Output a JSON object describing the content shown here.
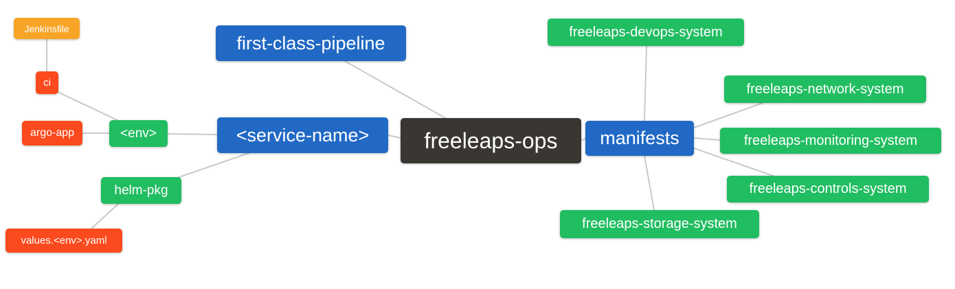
{
  "diagram": {
    "type": "mind-map",
    "root_label": "freeleaps-ops",
    "colors": {
      "orange": "#f8a527",
      "red": "#fb4a1d",
      "green": "#21bd61",
      "blue": "#2169c4",
      "dark": "#3a3733",
      "connector": "#c9c9c9",
      "text": "#ffffff",
      "background": "#ffffff"
    }
  },
  "nodes": {
    "jenkinsfile": {
      "label": "Jenkinsfile",
      "color": "#f8a527"
    },
    "ci": {
      "label": "ci",
      "color": "#fb4a1d"
    },
    "argo_app": {
      "label": "argo-app",
      "color": "#fb4a1d"
    },
    "env": {
      "label": "<env>",
      "color": "#21bd61"
    },
    "helm_pkg": {
      "label": "helm-pkg",
      "color": "#21bd61"
    },
    "values_env_yaml": {
      "label": "values.<env>.yaml",
      "color": "#fb4a1d"
    },
    "first_class_pipeline": {
      "label": "first-class-pipeline",
      "color": "#2169c4"
    },
    "service_name": {
      "label": "<service-name>",
      "color": "#2169c4"
    },
    "freeleaps_ops": {
      "label": "freeleaps-ops",
      "color": "#3a3733"
    },
    "manifests": {
      "label": "manifests",
      "color": "#2169c4"
    },
    "devops_system": {
      "label": "freeleaps-devops-system",
      "color": "#21bd61"
    },
    "network_system": {
      "label": "freeleaps-network-system",
      "color": "#21bd61"
    },
    "monitoring_system": {
      "label": "freeleaps-monitoring-system",
      "color": "#21bd61"
    },
    "controls_system": {
      "label": "freeleaps-controls-system",
      "color": "#21bd61"
    },
    "storage_system": {
      "label": "freeleaps-storage-system",
      "color": "#21bd61"
    }
  },
  "edges": [
    [
      "jenkinsfile",
      "ci"
    ],
    [
      "ci",
      "env"
    ],
    [
      "argo_app",
      "env"
    ],
    [
      "env",
      "service_name"
    ],
    [
      "helm_pkg",
      "service_name"
    ],
    [
      "values_env_yaml",
      "helm_pkg"
    ],
    [
      "first_class_pipeline",
      "freeleaps_ops"
    ],
    [
      "service_name",
      "freeleaps_ops"
    ],
    [
      "freeleaps_ops",
      "manifests"
    ],
    [
      "manifests",
      "devops_system"
    ],
    [
      "manifests",
      "network_system"
    ],
    [
      "manifests",
      "monitoring_system"
    ],
    [
      "manifests",
      "controls_system"
    ],
    [
      "manifests",
      "storage_system"
    ]
  ]
}
